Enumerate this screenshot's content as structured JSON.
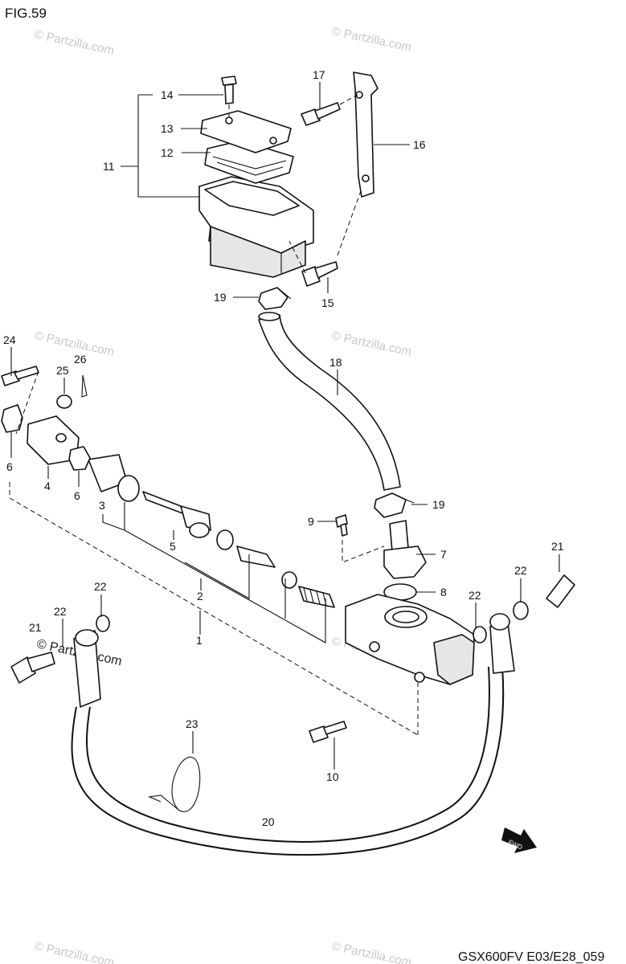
{
  "figure_title": "FIG.59",
  "drawing_code": "GSX600FV E03/E28_059",
  "watermark": "© Partzilla.com",
  "fwd_mark": "FWD",
  "callouts": {
    "c1": "1",
    "c2": "2",
    "c3": "3",
    "c4": "4",
    "c5": "5",
    "c6a": "6",
    "c6b": "6",
    "c7": "7",
    "c8": "8",
    "c9": "9",
    "c10": "10",
    "c11": "11",
    "c12": "12",
    "c13": "13",
    "c14": "14",
    "c15": "15",
    "c16": "16",
    "c17": "17",
    "c18": "18",
    "c19a": "19",
    "c19b": "19",
    "c20": "20",
    "c21a": "21",
    "c21b": "21",
    "c22a": "22",
    "c22b": "22",
    "c22c": "22",
    "c22d": "22",
    "c23": "23",
    "c24": "24",
    "c25": "25",
    "c26": "26"
  }
}
